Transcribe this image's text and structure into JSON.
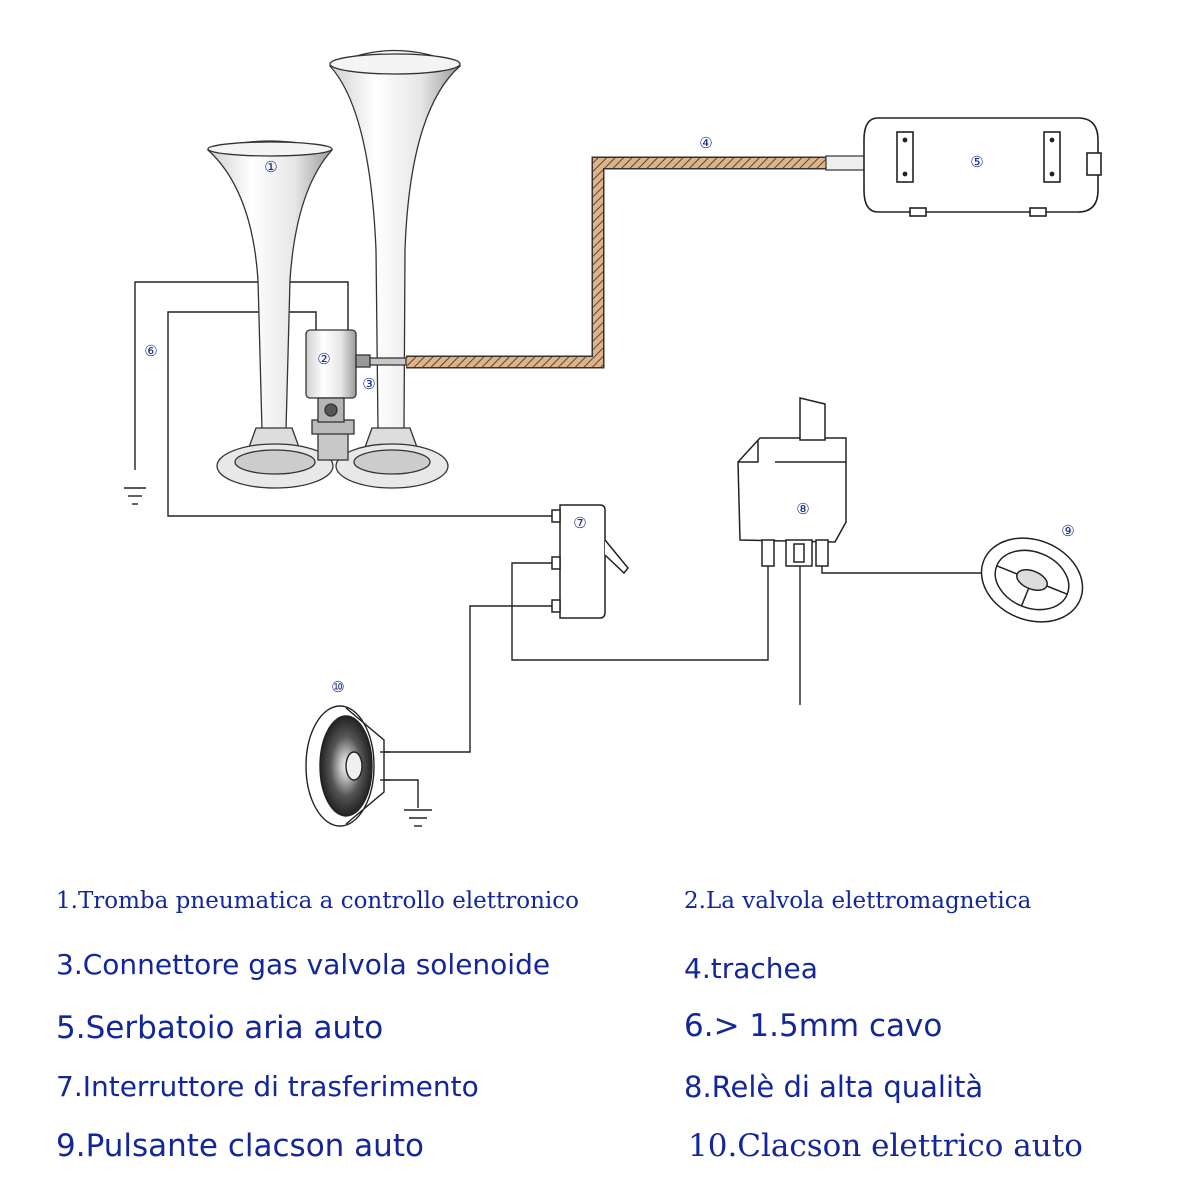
{
  "callouts": [
    "①",
    "②",
    "③",
    "④",
    "⑤",
    "⑥",
    "⑦",
    "⑧",
    "⑨",
    "⑩"
  ],
  "legend": [
    "1.Tromba pneumatica a controllo elettronico",
    "2.La valvola elettromagnetica",
    "3.Connettore gas valvola solenoide",
    "4.trachea",
    "5.Serbatoio aria auto",
    "6.> 1.5mm cavo",
    "7.Interruttore di trasferimento",
    "8.Relè di alta qualità",
    "9.Pulsante clacson auto",
    "10.Clacson elettrico auto"
  ],
  "colors": {
    "label": "#13279a",
    "line": "#222222",
    "hose_fill": "#a06a3a"
  }
}
